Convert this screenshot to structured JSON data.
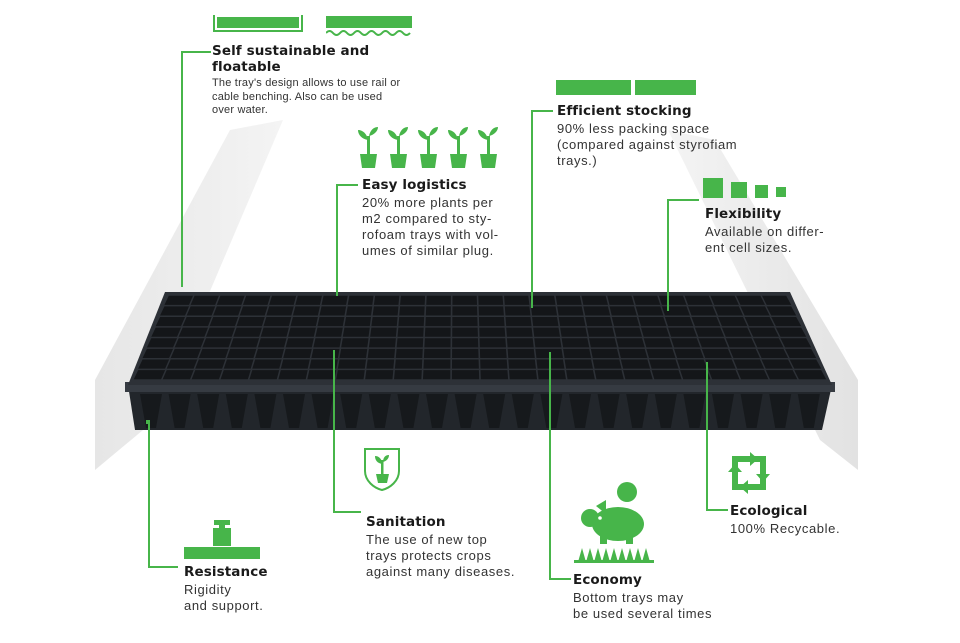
{
  "brand_color": "#47b54a",
  "features": {
    "self_sustainable": {
      "title": "Self sustainable and floatable",
      "lines": [
        "The tray's design allows to use rail or",
        "cable benching. Also can be used",
        "over water."
      ]
    },
    "efficient_stocking": {
      "title": "Efficient stocking",
      "lines": [
        "90% less packing space",
        "(compared against styrofiam",
        "trays.)"
      ]
    },
    "easy_logistics": {
      "title": "Easy logistics",
      "lines": [
        "20% more plants per",
        "m2 compared to sty-",
        "rofoam trays with vol-",
        "umes of similar plug."
      ]
    },
    "flexibility": {
      "title": "Flexibility",
      "lines": [
        "Available on differ-",
        "ent cell sizes."
      ]
    },
    "ecological": {
      "title": "Ecological",
      "lines": [
        "100% Recycable."
      ]
    },
    "sanitation": {
      "title": "Sanitation",
      "lines": [
        "The use of new top",
        "trays protects crops",
        "against many diseases."
      ]
    },
    "economy": {
      "title": "Economy",
      "lines": [
        "Bottom trays may",
        "be used several times"
      ]
    },
    "resistance": {
      "title": "Resistance",
      "lines": [
        "Rigidity",
        "and support."
      ]
    }
  },
  "icons": {
    "rail": "rail-bench-icon",
    "water": "floating-water-icon",
    "stocking": "stacked-trays-icon",
    "plants": "potted-plants-icon",
    "cells": "cell-sizes-icon",
    "recycle": "recycle-icon",
    "sprout": "sprout-shield-icon",
    "piggy": "piggy-bank-icon",
    "weight": "weight-icon"
  }
}
